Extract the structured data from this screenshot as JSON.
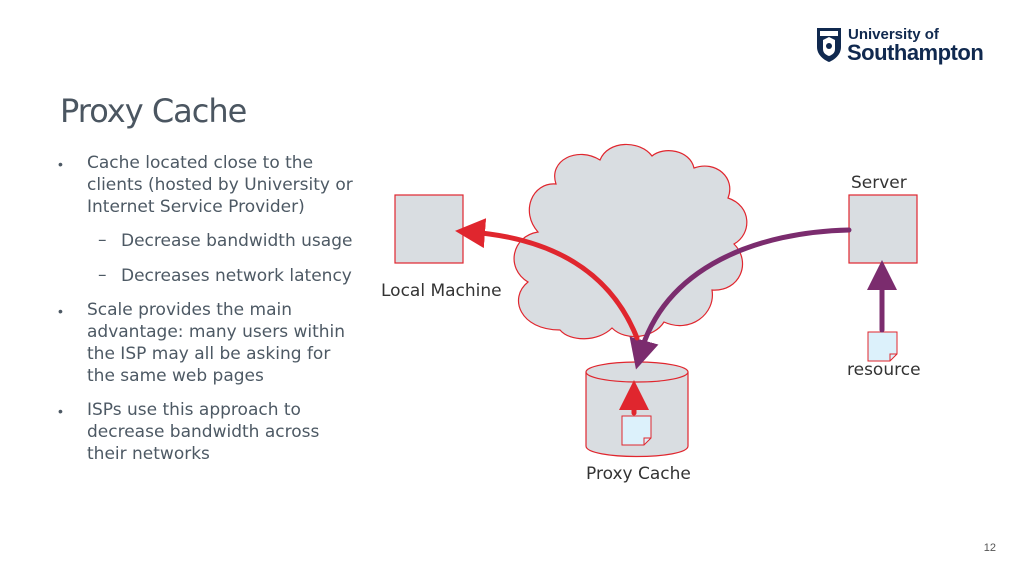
{
  "logo": {
    "line1": "University of",
    "line2": "Southampton"
  },
  "slide": {
    "title": "Proxy Cache",
    "page_number": "12"
  },
  "bullets": [
    {
      "level": 1,
      "lines": [
        "Cache located close to the",
        "clients (hosted by University or",
        "Internet Service Provider)"
      ]
    },
    {
      "level": 2,
      "lines": [
        "Decrease bandwidth usage"
      ]
    },
    {
      "level": 2,
      "lines": [
        "Decreases network latency"
      ]
    },
    {
      "level": 1,
      "lines": [
        "Scale provides the main",
        "advantage: many users within",
        "the ISP may all be asking for",
        "the same web pages"
      ]
    },
    {
      "level": 1,
      "lines": [
        "ISPs use this approach to",
        "decrease bandwidth across",
        "their networks"
      ]
    }
  ],
  "diagram": {
    "labels": {
      "server": "Server",
      "local_machine": "Local Machine",
      "resource": "resource",
      "proxy_cache": "Proxy Cache"
    },
    "colors": {
      "box_fill": "#d9dde1",
      "box_stroke": "#e0262e",
      "red_arrow": "#e0262e",
      "purple_arrow": "#7b2c6e",
      "doc_fill": "#dcf1fb"
    }
  }
}
